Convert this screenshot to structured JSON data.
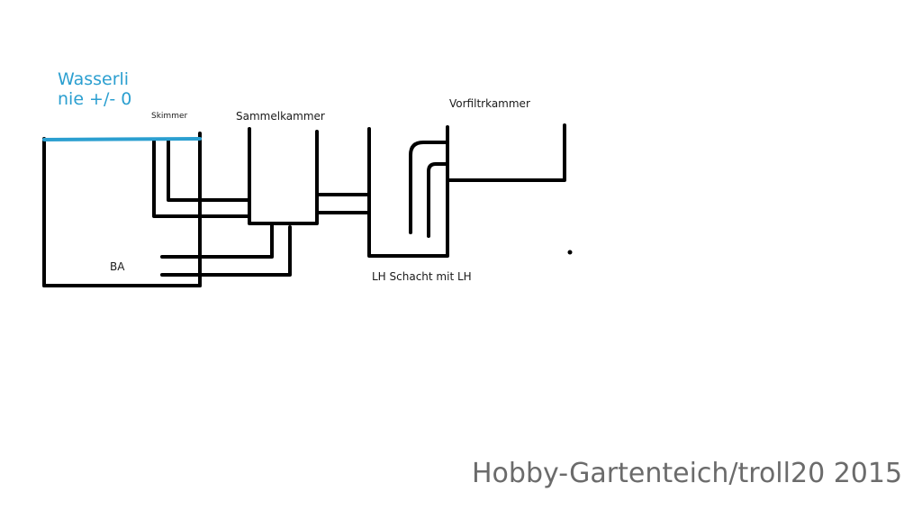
{
  "colors": {
    "pipe": "#000000",
    "waterline": "#2b9fd0",
    "text": "#1a1a1a",
    "watermark": "#6b6b6b"
  },
  "labels": {
    "waterline_line1": "Wasserli",
    "waterline_line2": "nie +/- 0",
    "skimmer": "Skimmer",
    "sammelkammer": "Sammelkammer",
    "vorfiltrkammer": "Vorfiltrkammer",
    "ba": "BA",
    "lh_schacht": "LH Schacht mit LH"
  },
  "watermark": "Hobby-Gartenteich/troll20 2015"
}
